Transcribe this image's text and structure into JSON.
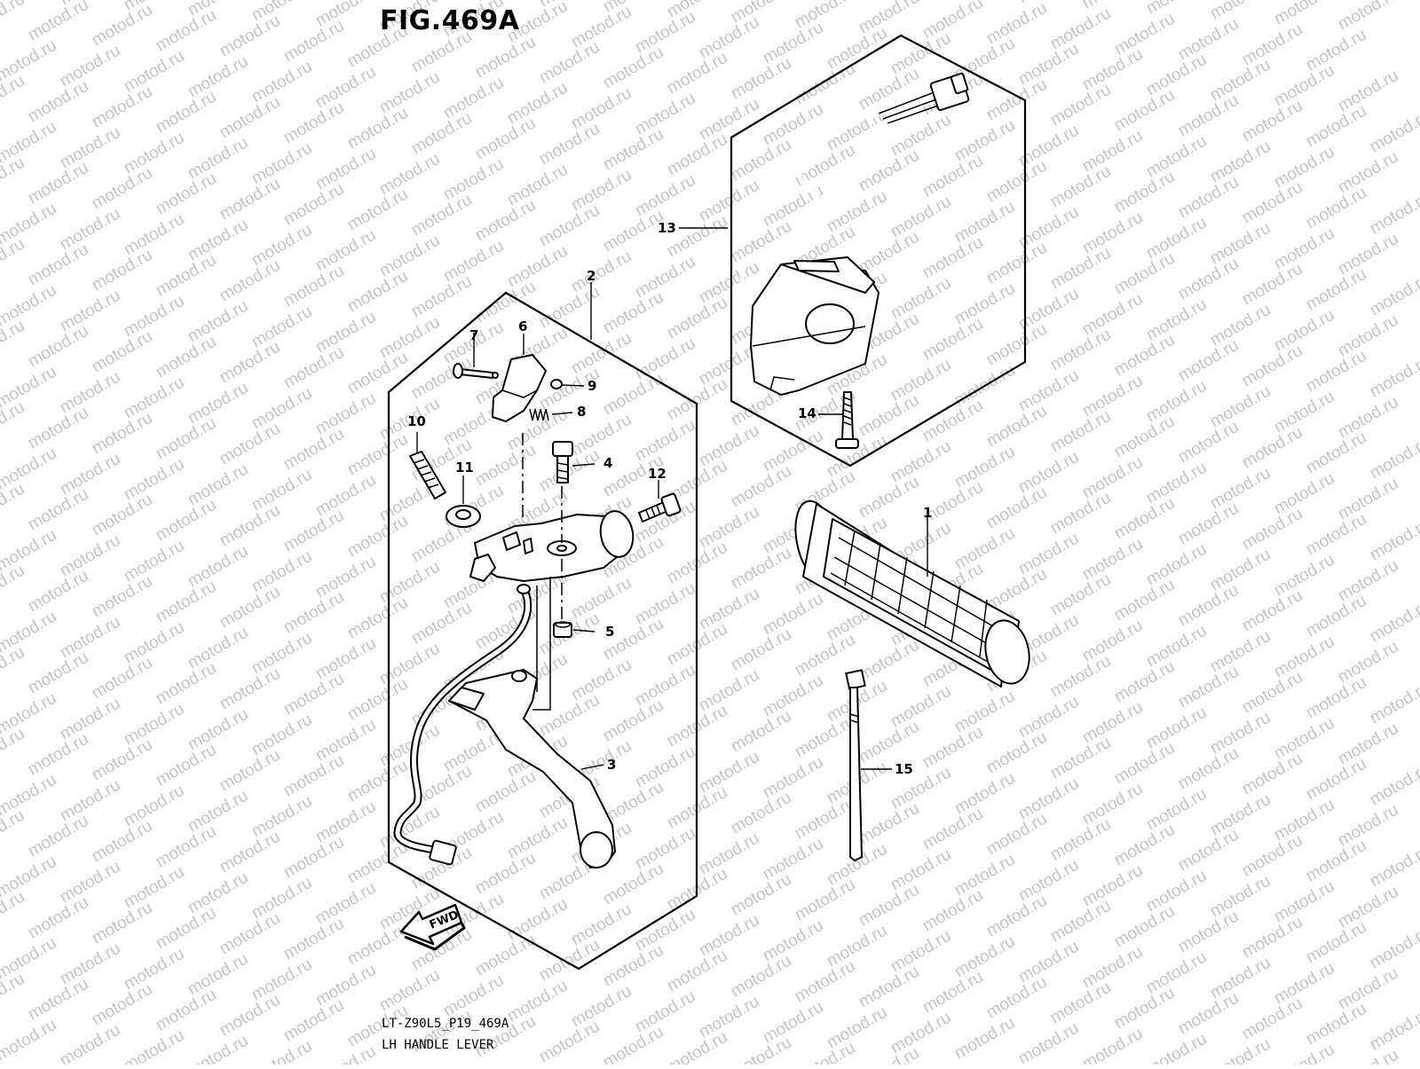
{
  "figure": {
    "title": "FIG.469A",
    "code": "LT-Z90L5_P19_469A",
    "name": "LH HANDLE LEVER"
  },
  "watermark": "motod.ru",
  "direction_label": "FWD",
  "callouts": [
    {
      "id": "c1",
      "label": "1"
    },
    {
      "id": "c2",
      "label": "2"
    },
    {
      "id": "c3",
      "label": "3"
    },
    {
      "id": "c4",
      "label": "4"
    },
    {
      "id": "c5",
      "label": "5"
    },
    {
      "id": "c6",
      "label": "6"
    },
    {
      "id": "c7",
      "label": "7"
    },
    {
      "id": "c8",
      "label": "8"
    },
    {
      "id": "c9",
      "label": "9"
    },
    {
      "id": "c10",
      "label": "10"
    },
    {
      "id": "c11",
      "label": "11"
    },
    {
      "id": "c12",
      "label": "12"
    },
    {
      "id": "c13",
      "label": "13"
    },
    {
      "id": "c14",
      "label": "14"
    },
    {
      "id": "c15",
      "label": "15"
    }
  ]
}
